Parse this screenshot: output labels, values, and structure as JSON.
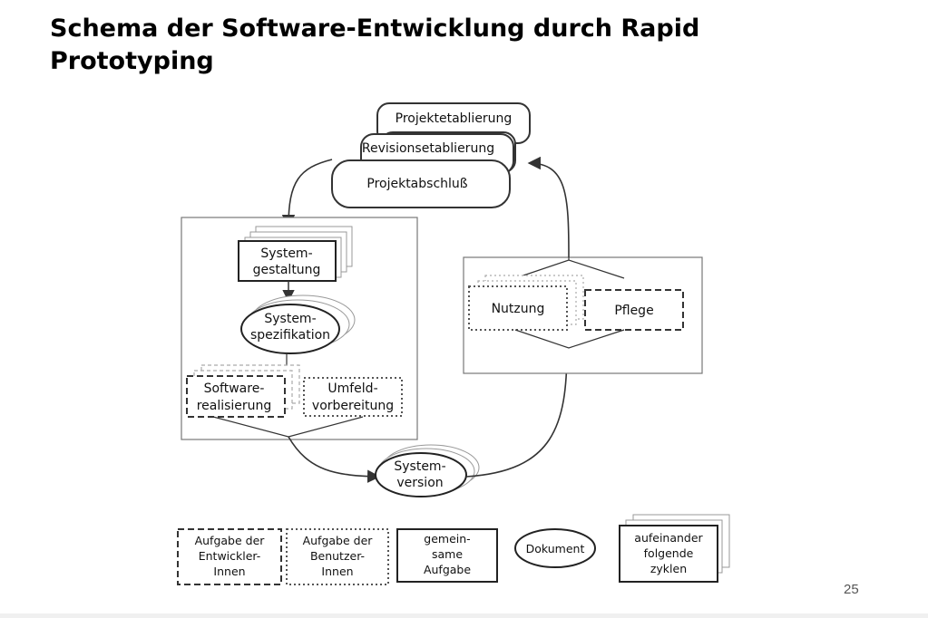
{
  "title": "Schema der Software-Entwicklung durch Rapid Prototyping",
  "page_number": "25",
  "top_stack": {
    "item1": "Projektetablierung",
    "item2": "Revisionsetablierung",
    "item3": "Projektabschluß"
  },
  "left_panel": {
    "system_design": [
      "System-",
      "gestaltung"
    ],
    "system_spec": [
      "System-",
      "spezifikation"
    ],
    "software_real": [
      "Software-",
      "realisierung"
    ],
    "env_prep": [
      "Umfeld-",
      "vorbereitung"
    ]
  },
  "right_panel": {
    "usage": "Nutzung",
    "maintenance": "Pflege"
  },
  "system_version": [
    "System-",
    "version"
  ],
  "legend": {
    "developers": [
      "Aufgabe der",
      "Entwickler-",
      "Innen"
    ],
    "users": [
      "Aufgabe der",
      "Benutzer-",
      "Innen"
    ],
    "joint": [
      "gemein-",
      "same",
      "Aufgabe"
    ],
    "document": "Dokument",
    "cycles": [
      "aufeinander",
      "folgende",
      "zyklen"
    ]
  }
}
